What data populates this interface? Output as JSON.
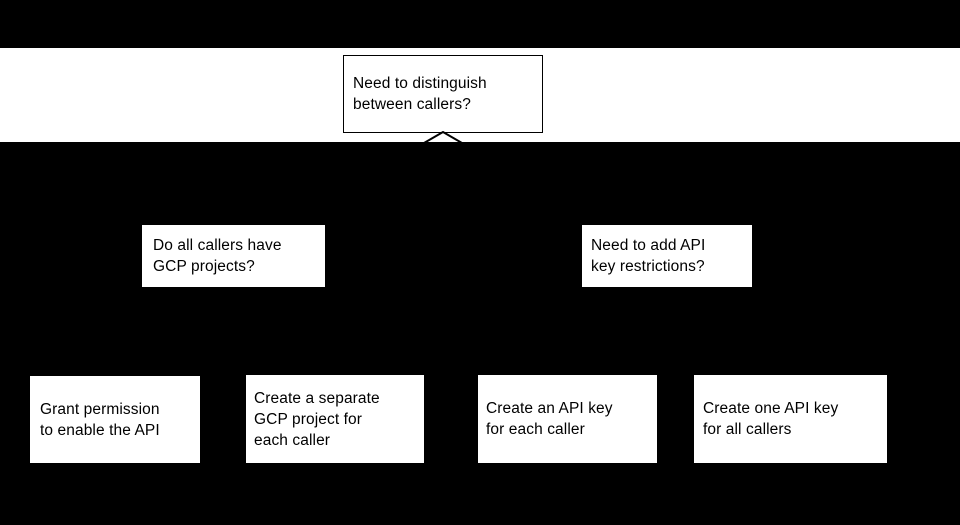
{
  "diagram": {
    "type": "decision-flowchart",
    "background_color": "#000000",
    "node_fill_color": "#ffffff",
    "text_color": "#000000",
    "stroke_color": "#000000",
    "root": {
      "id": "need-to-distinguish",
      "label": "Need to distinguish\nbetween callers?",
      "kind": "decision"
    },
    "decisions": [
      {
        "id": "gcp-projects",
        "label": "Do all callers have\nGCP projects?",
        "kind": "decision"
      },
      {
        "id": "api-key-restrictions",
        "label": "Need to add API\nkey restrictions?",
        "kind": "decision"
      }
    ],
    "outcomes": [
      {
        "id": "grant-permission",
        "label": "Grant permission\nto enable the API",
        "kind": "outcome"
      },
      {
        "id": "separate-gcp-project",
        "label": "Create a separate\nGCP project for\neach caller",
        "kind": "outcome"
      },
      {
        "id": "api-key-each-caller",
        "label": "Create an API key\nfor each caller",
        "kind": "outcome"
      },
      {
        "id": "api-key-all-callers",
        "label": "Create one API key\nfor all callers",
        "kind": "outcome"
      }
    ],
    "connectors": [
      {
        "id": "root-chevron",
        "icon": "chevron-up-icon",
        "from": "need-to-distinguish"
      }
    ]
  }
}
